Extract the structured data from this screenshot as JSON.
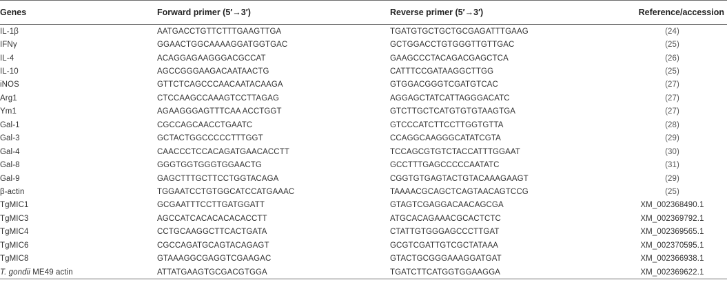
{
  "headers": {
    "gene": "Genes",
    "forward": "Forward primer (5′→3′)",
    "reverse": "Reverse primer (5′→3′)",
    "reference": "Reference/accession"
  },
  "rows": [
    {
      "gene": "IL-1β",
      "forward": "AATGACCTGTTCTTTGAAGTTGA",
      "reverse": "TGATGTGCTGCTGCGAGATTTGAAG",
      "reference": "(24)"
    },
    {
      "gene": "IFNγ",
      "forward": "GGAACTGGCAAAAGGATGGTGAC",
      "reverse": "GCTGGACCTGTGGGTTGTTGAC",
      "reference": "(25)"
    },
    {
      "gene": "IL-4",
      "forward": "ACAGGAGAAGGGACGCCAT",
      "reverse": "GAAGCCCTACAGACGAGCTCA",
      "reference": "(26)"
    },
    {
      "gene": "IL-10",
      "forward": "AGCCGGGAAGACAATAACTG",
      "reverse": "CATTTCCGATAAGGCTTGG",
      "reference": "(25)"
    },
    {
      "gene": "iNOS",
      "forward": "GTTCTCAGCCCAACAATACAAGA",
      "reverse": "GTGGACGGGTCGATGTCAC",
      "reference": "(27)"
    },
    {
      "gene": "Arg1",
      "forward": "CTCCAAGCCAAAGTCCTTAGAG",
      "reverse": "AGGAGCTATCATTAGGGACATC",
      "reference": "(27)"
    },
    {
      "gene": "Ym1",
      "forward": "AGAAGGGAGTTTCAA ACCTGGT",
      "reverse": "GTCTTGCTCATGTGTGTAAGTGA",
      "reference": "(27)"
    },
    {
      "gene": "Gal-1",
      "forward": "CGCCAGCAACCTGAATC",
      "reverse": "GTCCCATCTTCCTTGGTGTTA",
      "reference": "(28)"
    },
    {
      "gene": "Gal-3",
      "forward": "GCTACTGGCCCCCTTTGGT",
      "reverse": "CCAGGCAAGGGCATATCGTA",
      "reference": "(29)"
    },
    {
      "gene": "Gal-4",
      "forward": "CAACCCTCCACAGATGAACACCTT",
      "reverse": "TCCAGCGTGTCTACCATTTGGAAT",
      "reference": "(30)"
    },
    {
      "gene": "Gal-8",
      "forward": "GGGTGGTGGGTGGAACTG",
      "reverse": "GCCTTTGAGCCCCCAATATC",
      "reference": "(31)"
    },
    {
      "gene": "Gal-9",
      "forward": "GAGCTTTGCTTCCTGGTACAGA",
      "reverse": "CGGTGTGAGTACTGTACAAAGAAGT",
      "reference": "(29)"
    },
    {
      "gene": "β-actin",
      "forward": "TGGAATCCTGTGGCATCCATGAAAC",
      "reverse": "TAAAACGCAGCTCAGTAACAGTCCG",
      "reference": "(25)"
    },
    {
      "gene": "TgMIC1",
      "forward": "GCGAATTTCCTTGATGGATT",
      "reverse": "GTAGTCGAGGACAACAGCGA",
      "reference": "XM_002368490.1"
    },
    {
      "gene": "TgMIC3",
      "forward": "AGCCATCACACACACACCTT",
      "reverse": "ATGCACAGAAACGCACTCTC",
      "reference": "XM_002369792.1"
    },
    {
      "gene": "TgMIC4",
      "forward": "CCTGCAAGGCTTCACTGATA",
      "reverse": "CTATTGTGGGAGCCCTTGAT",
      "reference": "XM_002369565.1"
    },
    {
      "gene": "TgMIC6",
      "forward": "CGCCAGATGCAGTACAGAGT",
      "reverse": "GCGTCGATTGTCGCTATAAA",
      "reference": "XM_002370595.1"
    },
    {
      "gene": "TgMIC8",
      "forward": "GTAAAGGCGAGGTCGAAGAC",
      "reverse": "GTACTGCGGGAAAGGATGAT",
      "reference": "XM_002366938.1"
    },
    {
      "gene_italic": "T. gondii",
      "gene": " ME49 actin",
      "forward": "ATTATGAAGTGCGACGTGGA",
      "reverse": "TGATCTTCATGGTGGAAGGA",
      "reference": "XM_002369622.1"
    }
  ]
}
